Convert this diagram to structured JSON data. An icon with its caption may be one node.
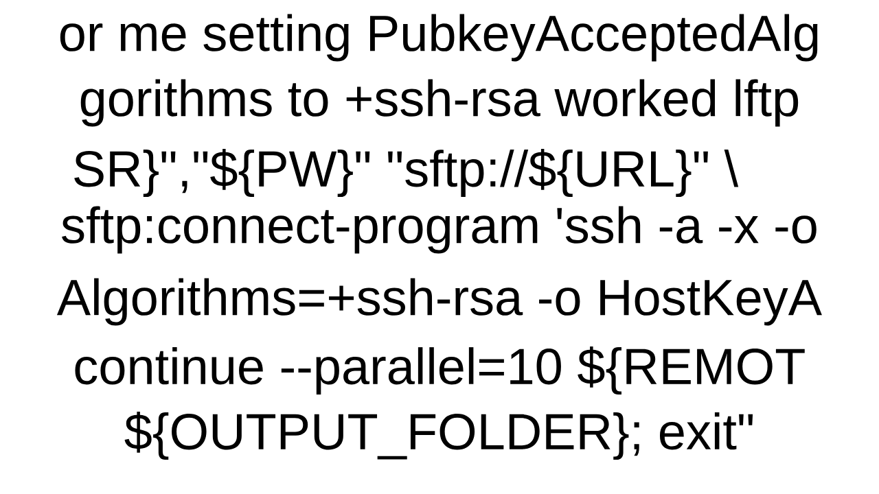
{
  "diagram": {
    "labels": [
      "or me setting PubkeyAcceptedAlg",
      "gorithms to +ssh-rsa worked lftp",
      "SR}\",\"${PW}\" \"sftp://${URL}\" \\",
      "sftp:connect-program 'ssh -a -x -o",
      "Algorithms=+ssh-rsa -o HostKeyA",
      "continue --parallel=10 ${REMOT",
      "${OUTPUT_FOLDER}; exit\""
    ]
  }
}
